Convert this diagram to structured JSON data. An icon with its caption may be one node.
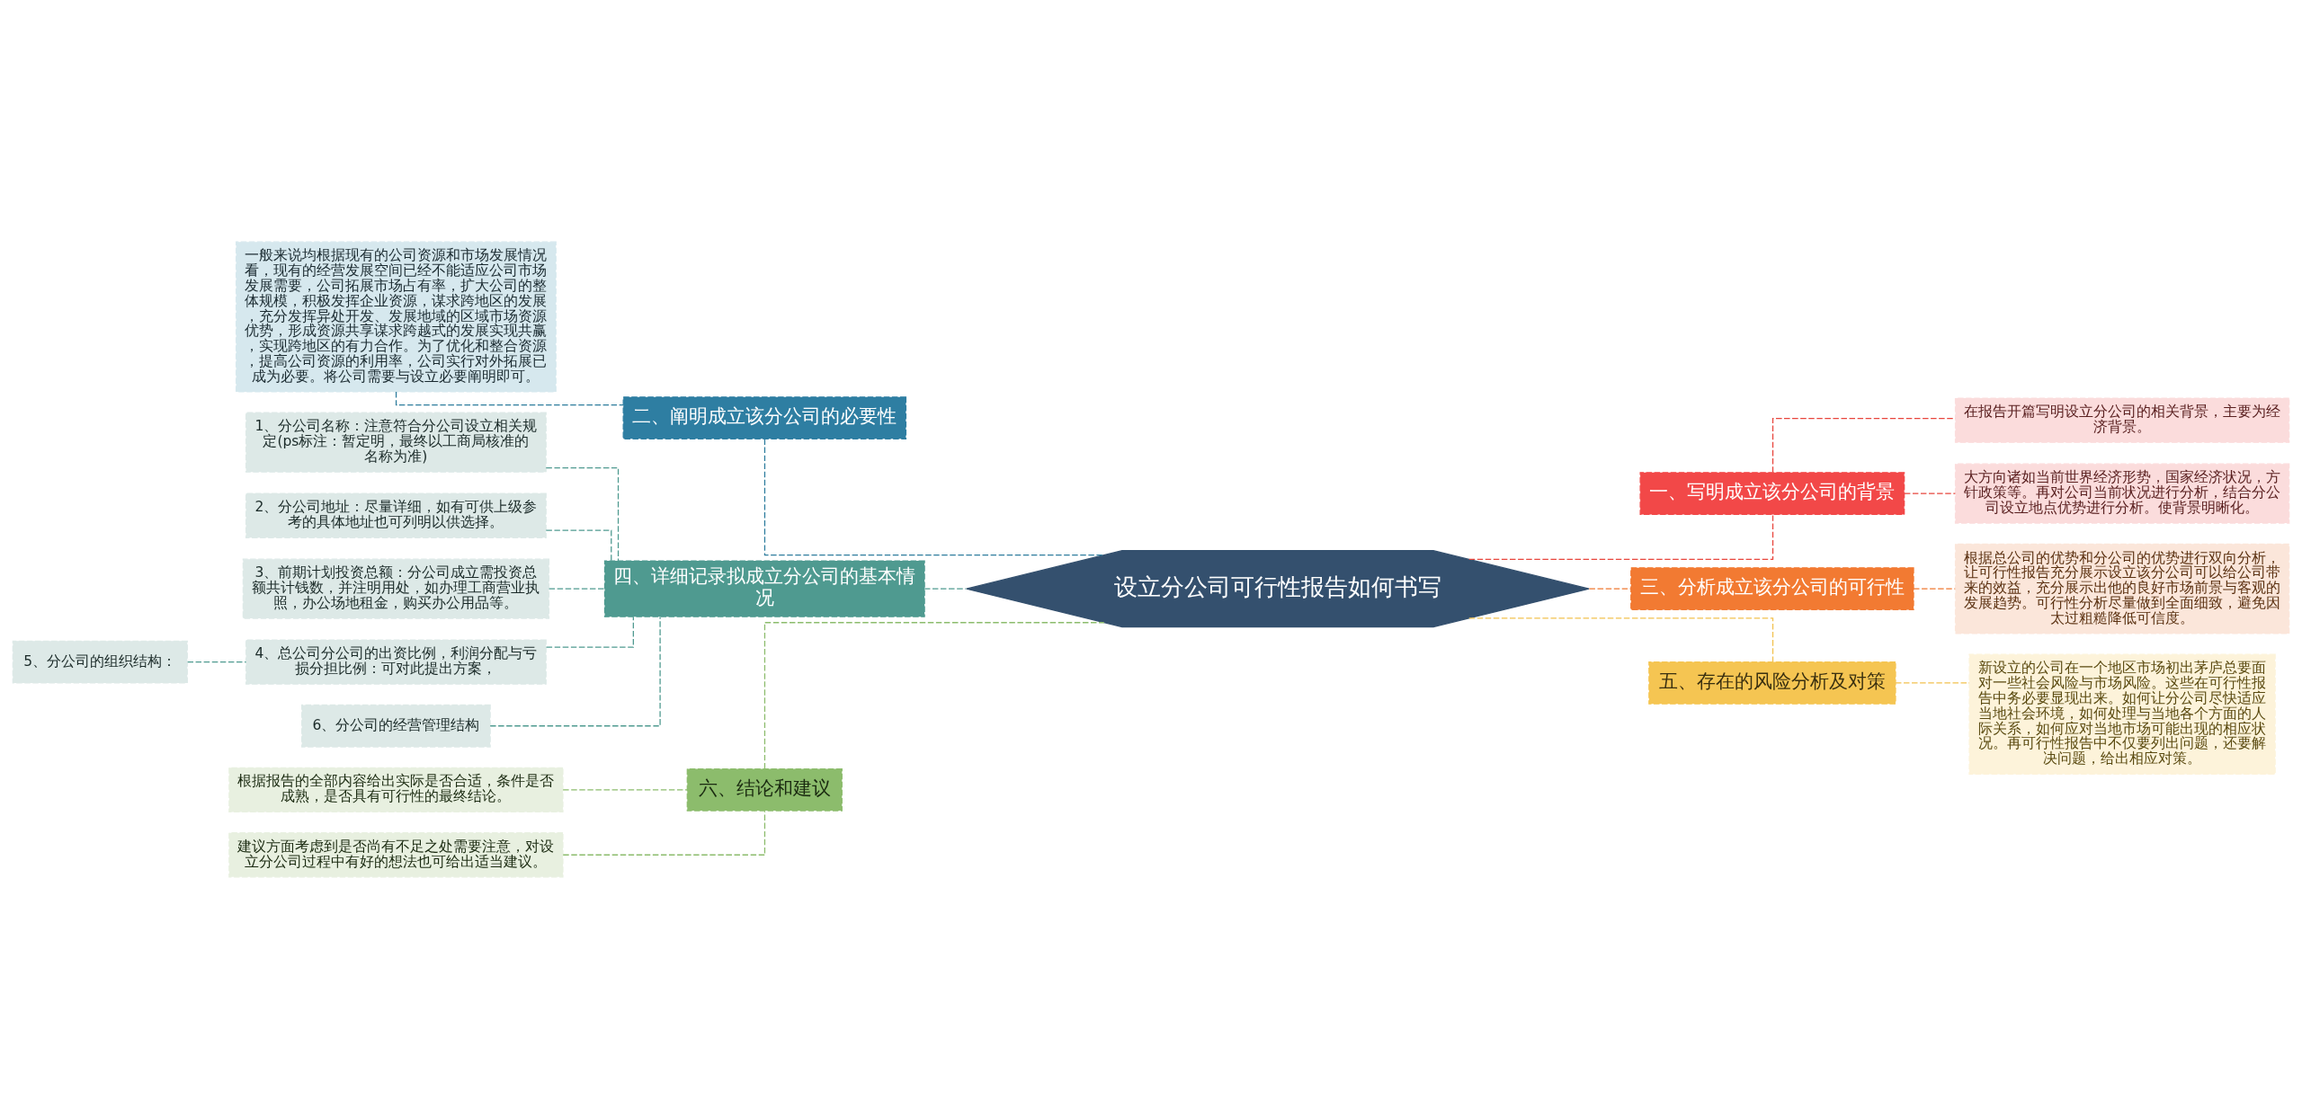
{
  "diagram": {
    "nodes": [
      {
        "text": [
          "设立分公司可行性报告如何书写"
        ]
      },
      {
        "text": [
          "一、写明成立该分公司的背景"
        ]
      },
      {
        "text": [
          "在报告开篇写明设立分公司的相关背景，主要为经济背景。"
        ]
      },
      {
        "text": [
          "大方向诸如当前世界经济形势，国家经济状况，方针政策等。再对公司当前状况进行分析，结合分公司设立地点优势进行分析。使背景明晰化。"
        ]
      },
      {
        "text": [
          "三、分析成立该分公司的可行性"
        ]
      },
      {
        "text": [
          "根据总公司的优势和分公司的优势进行双向分析，让可行性报告充分展示设立该分公司可以给公司带来的效益，充分展示出他的良好市场前景与客观的发展趋势。可行性分析尽量做到全面细致，避免因太过粗糙降低可信度。"
        ]
      },
      {
        "text": [
          "五、存在的风险分析及对策"
        ]
      },
      {
        "text": [
          "新设立的公司在一个地区市场初出茅庐总要面对一些社会风险与市场风险。这些在可行性报告中务必要显现出来。如何让分公司尽快适应当地社会环境，如何处理与当地各个方面的人际关系，如何应对当地市场可能出现的相应状况。再可行性报告中不仅要列出问题，还要解决问题，给出相应对策。"
        ]
      },
      {
        "text": [
          "二、阐明成立该分公司的必要性"
        ]
      },
      {
        "text": [
          "一般来说均根据现有的公司资源和市场发展情况看，现有的经营发展空间已经不能适应公司市场发展需要，公司拓展市场占有率，扩大公司的整体规模，积极发挥企业资源，谋求跨地区的发展，充分发挥异处开发、发展地域的区域市场资源优势，形成资源共享谋求跨越式的发展实现共赢，实现跨地区的有力合作。为了优化和整合资源，提高公司资源的利用率，公司实行对外拓展已成为必要。将公司需要与设立必要阐明即可。"
        ]
      },
      {
        "text": [
          "四、详细记录拟成立分公司的基本情况"
        ]
      },
      {
        "text": [
          "1、分公司名称：注意符合分公司设立相关规定(ps标注：暂定明，最终以工商局核准的名称为准)"
        ]
      },
      {
        "text": [
          "2、分公司地址：尽量详细，如有可供上级参考的具体地址也可列明以供选择。"
        ]
      },
      {
        "text": [
          "3、前期计划投资总额：分公司成立需投资总额共计钱数，并注明用处，如办理工商营业执照，办公场地租金，购买办公用品等。"
        ]
      },
      {
        "text": [
          "4、总公司分公司的出资比例，利润分配与亏损分担比例：可对此提出方案，"
        ]
      },
      {
        "text": [
          "5、分公司的组织结构："
        ]
      },
      {
        "text": [
          "6、分公司的经营管理结构"
        ]
      },
      {
        "text": [
          "六、结论和建议"
        ]
      },
      {
        "text": [
          "根据报告的全部内容给出实际是否合适，条件是否成熟，是否具有可行性的最终结论。"
        ]
      },
      {
        "text": [
          "建议方面考虑到是否尚有不足之处需要注意，对设立分公司过程中有好的想法也可给出适当建议。"
        ]
      }
    ],
    "edges": [
      {
        "from": 0,
        "to": 1,
        "arrow": "none",
        "style": "dashed",
        "color": "#e8453c"
      },
      {
        "from": 1,
        "to": 2,
        "arrow": "none",
        "style": "dashed",
        "color": "#e8453c"
      },
      {
        "from": 1,
        "to": 3,
        "arrow": "none",
        "style": "dashed",
        "color": "#e8453c"
      },
      {
        "from": 0,
        "to": 4,
        "arrow": "none",
        "style": "dashed",
        "color": "#f07830"
      },
      {
        "from": 4,
        "to": 5,
        "arrow": "none",
        "style": "dashed",
        "color": "#f07830"
      },
      {
        "from": 0,
        "to": 6,
        "arrow": "none",
        "style": "dashed",
        "color": "#f2c14e"
      },
      {
        "from": 6,
        "to": 7,
        "arrow": "none",
        "style": "dashed",
        "color": "#f2c14e"
      },
      {
        "from": 0,
        "to": 8,
        "arrow": "none",
        "style": "dashed",
        "color": "#2d7c9d"
      },
      {
        "from": 8,
        "to": 9,
        "arrow": "none",
        "style": "dashed",
        "color": "#2d7c9d"
      },
      {
        "from": 0,
        "to": 10,
        "arrow": "none",
        "style": "dashed",
        "color": "#4f9a90"
      },
      {
        "from": 10,
        "to": 11,
        "arrow": "none",
        "style": "dashed",
        "color": "#4f9a90"
      },
      {
        "from": 10,
        "to": 12,
        "arrow": "none",
        "style": "dashed",
        "color": "#4f9a90"
      },
      {
        "from": 10,
        "to": 13,
        "arrow": "none",
        "style": "dashed",
        "color": "#4f9a90"
      },
      {
        "from": 10,
        "to": 14,
        "arrow": "none",
        "style": "dashed",
        "color": "#4f9a90"
      },
      {
        "from": 14,
        "to": 15,
        "arrow": "none",
        "style": "dashed",
        "color": "#4f9a90"
      },
      {
        "from": 10,
        "to": 16,
        "arrow": "none",
        "style": "dashed",
        "color": "#4f9a90"
      },
      {
        "from": 0,
        "to": 17,
        "arrow": "none",
        "style": "dashed",
        "color": "#8cbc6c"
      },
      {
        "from": 17,
        "to": 18,
        "arrow": "none",
        "style": "dashed",
        "color": "#8cbc6c"
      },
      {
        "from": 17,
        "to": 19,
        "arrow": "none",
        "style": "dashed",
        "color": "#8cbc6c"
      }
    ]
  }
}
